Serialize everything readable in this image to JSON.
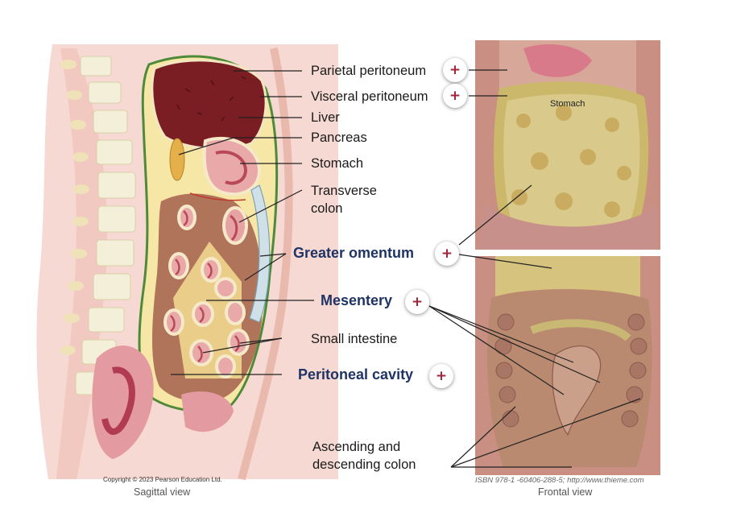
{
  "labels": {
    "parietal_peritoneum": "Parietal peritoneum",
    "visceral_peritoneum": "Visceral peritoneum",
    "liver": "Liver",
    "pancreas": "Pancreas",
    "stomach": "Stomach",
    "transverse_colon_1": "Transverse",
    "transverse_colon_2": "colon",
    "greater_omentum": "Greater omentum",
    "mesentery": "Mesentery",
    "small_intestine": "Small intestine",
    "peritoneal_cavity": "Peritoneal cavity",
    "ascending_descending_1": "Ascending and",
    "ascending_descending_2": "descending colon",
    "stomach_photo_tag": "Stomach"
  },
  "captions": {
    "copyright": "Copyright © 2023 Pearson Education Ltd.",
    "sagittal": "Sagittal view",
    "isbn": "ISBN 978-1 -60406-288-5; http://www.thieme.com",
    "frontal": "Frontal view"
  },
  "hotspot_symbol": "+",
  "colors": {
    "bold_label": "#1f3464",
    "hotspot_plus": "#a0243a",
    "liver": "#7a1e24",
    "peritoneum_green": "#4e8a3a",
    "cavity_yellow": "#f7e7a6"
  }
}
